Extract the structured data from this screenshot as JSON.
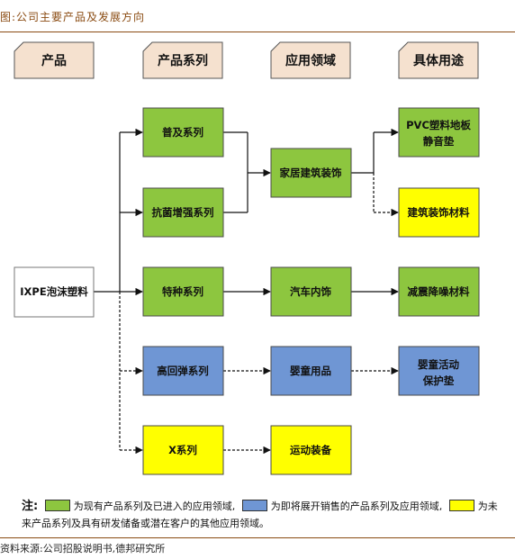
{
  "figure_title": "图:公司主要产品及发展方向",
  "headers": {
    "col1": "产品",
    "col2": "产品系列",
    "col3": "应用领域",
    "col4": "具体用途"
  },
  "colors": {
    "existing": "#8dc63f",
    "upcoming": "#6f96d4",
    "future": "#ffff00",
    "header_fill": "#f5e1cf",
    "brown": "#8a4b12"
  },
  "product": {
    "label": "IXPE泡沫塑料"
  },
  "series": {
    "s1": "普及系列",
    "s2": "抗菌增强系列",
    "s3": "特种系列",
    "s4": "高回弹系列",
    "s5": "X系列"
  },
  "fields": {
    "f1": "家居建筑装饰",
    "f2": "汽车内饰",
    "f3": "婴童用品",
    "f4": "运动装备"
  },
  "uses": {
    "u1_line1": "PVC塑料地板",
    "u1_line2": "静音垫",
    "u2": "建筑装饰材料",
    "u3": "减震降噪材料",
    "u4_line1": "婴童活动",
    "u4_line2": "保护垫"
  },
  "note": {
    "label": "注:",
    "existing_text": "为现有产品系列及已进入的应用领域,",
    "upcoming_text": "为即将展开销售的产品系列及应用领域,",
    "future_text": "为未来产品系列及具有研发储备或潜在客户的其他应用领域。"
  },
  "source": "资料来源:公司招股说明书,德邦研究所"
}
